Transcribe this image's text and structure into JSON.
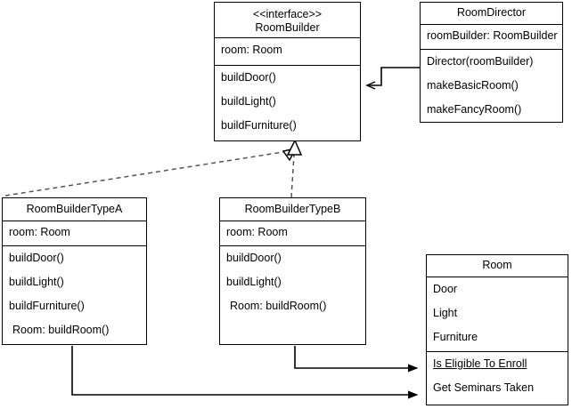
{
  "diagram": {
    "title": "Builder Pattern UML Class Diagram",
    "type": "uml-class-diagram",
    "background_color": "#ffffff",
    "line_color": "#000000"
  },
  "classes": {
    "room_builder": {
      "name": "RoomBuilder",
      "stereotype": "<<interface>>",
      "header": "<<interface>>\nRoomBuilder",
      "attributes": [
        "room: Room"
      ],
      "methods": [
        "buildDoor()",
        "buildLight()",
        "buildFurniture()"
      ]
    },
    "room_director": {
      "name": "RoomDirector",
      "header": "RoomDirector",
      "attributes": [
        "roomBuilder: RoomBuilder"
      ],
      "methods": [
        "Director(roomBuilder)",
        "makeBasicRoom()",
        "makeFancyRoom()"
      ]
    },
    "room_builder_type_a": {
      "name": "RoomBuilderTypeA",
      "header": "RoomBuilderTypeA",
      "attributes": [
        "room: Room"
      ],
      "methods": [
        "buildDoor()",
        "buildLight()",
        "buildFurniture()",
        "Room: buildRoom()"
      ]
    },
    "room_builder_type_b": {
      "name": "RoomBuilderTypeB",
      "header": "RoomBuilderTypeB",
      "attributes": [
        "room: Room"
      ],
      "methods": [
        "buildDoor()",
        "buildLight()",
        "Room: buildRoom()"
      ]
    },
    "room": {
      "name": "Room",
      "header": "Room",
      "attributes": [
        "Door",
        "Light",
        "Furniture"
      ],
      "methods": [
        "Is Eligible To Enroll",
        "Get Seminars Taken"
      ],
      "static_methods": [
        "Is Eligible To Enroll"
      ]
    }
  },
  "relationships": [
    {
      "name": "director-uses-builder",
      "from": "RoomDirector",
      "to": "RoomBuilder",
      "style": "solid",
      "arrowhead": "open-arrow"
    },
    {
      "name": "typea-realizes-builder",
      "from": "RoomBuilderTypeA",
      "to": "RoomBuilder",
      "style": "dashed",
      "arrowhead": "hollow-triangle"
    },
    {
      "name": "typeb-realizes-builder",
      "from": "RoomBuilderTypeB",
      "to": "RoomBuilder",
      "style": "dashed",
      "arrowhead": "hollow-triangle"
    },
    {
      "name": "typeb-creates-room",
      "from": "RoomBuilderTypeB",
      "to": "Room",
      "style": "solid",
      "arrowhead": "filled-arrow"
    },
    {
      "name": "typea-creates-room",
      "from": "RoomBuilderTypeA",
      "to": "Room",
      "style": "solid",
      "arrowhead": "filled-arrow"
    }
  ]
}
